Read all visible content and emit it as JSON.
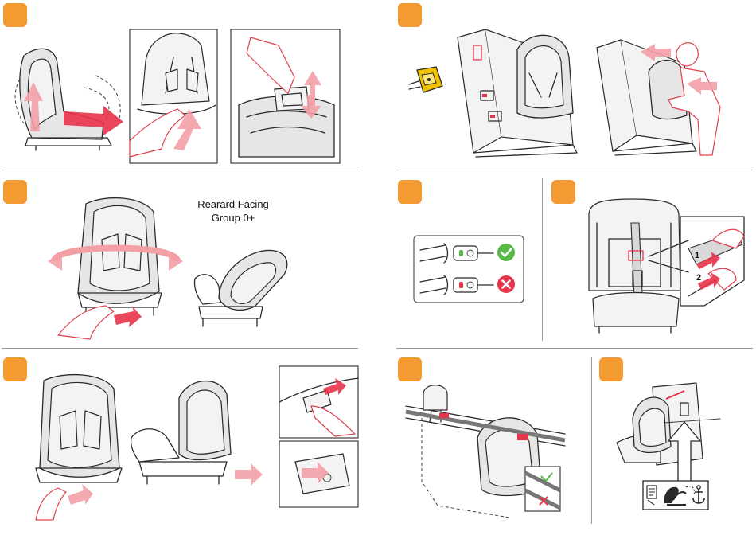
{
  "panels": {
    "p5": {
      "caption_line1": "Rearard Facing",
      "caption_line2": "Group 0+"
    },
    "p10": {
      "callout_1": "1",
      "callout_2": "2"
    }
  },
  "icons": {
    "recline_step": "step-badge",
    "indicator_ok": "check-icon",
    "indicator_bad": "cross-icon",
    "anchor": "anchor-icon",
    "manual": "manual-icon"
  },
  "colors": {
    "step_badge": "#f39a33",
    "arrow_primary": "#e8334a",
    "arrow_light": "#f2a0a6",
    "ok_green": "#58b947",
    "bad_red": "#e8334a",
    "connector_yellow": "#f2c200",
    "divider": "#9a9a9a"
  }
}
